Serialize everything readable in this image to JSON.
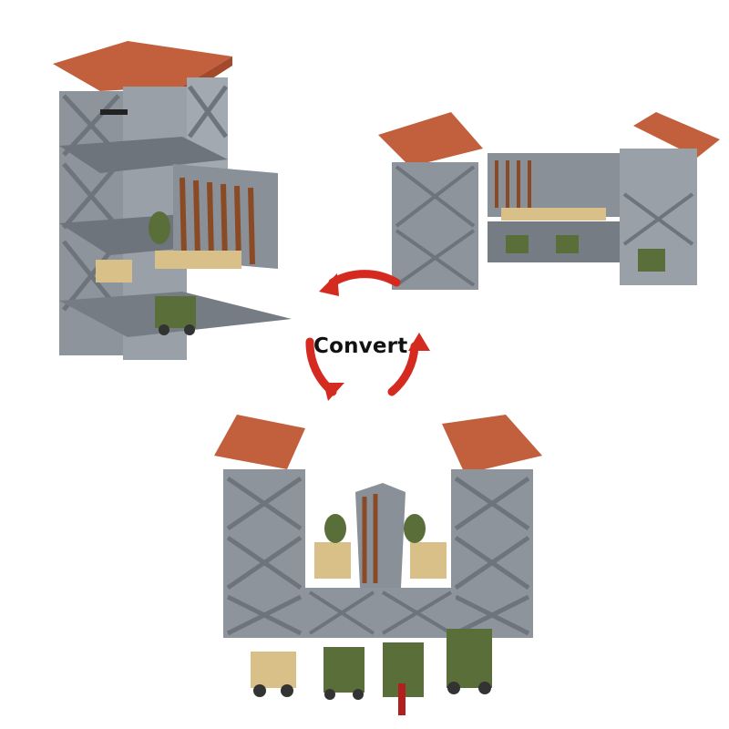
{
  "caption": {
    "convert_label": "Convert"
  },
  "colors": {
    "roof": "#c25f3c",
    "frame": "#8e949b",
    "plate": "#6e747b",
    "arrow": "#d42a20",
    "tan": "#d9c089",
    "olive": "#5a6e3a",
    "rifle": "#8a4a25"
  },
  "scenes": [
    {
      "name": "tower-configuration"
    },
    {
      "name": "l-shaped-configuration"
    },
    {
      "name": "flat-wall-configuration"
    }
  ],
  "vehicles": [
    {
      "name": "tan-jeep"
    },
    {
      "name": "olive-truck"
    },
    {
      "name": "olive-rocket-vehicle"
    },
    {
      "name": "olive-artillery-vehicle"
    }
  ]
}
